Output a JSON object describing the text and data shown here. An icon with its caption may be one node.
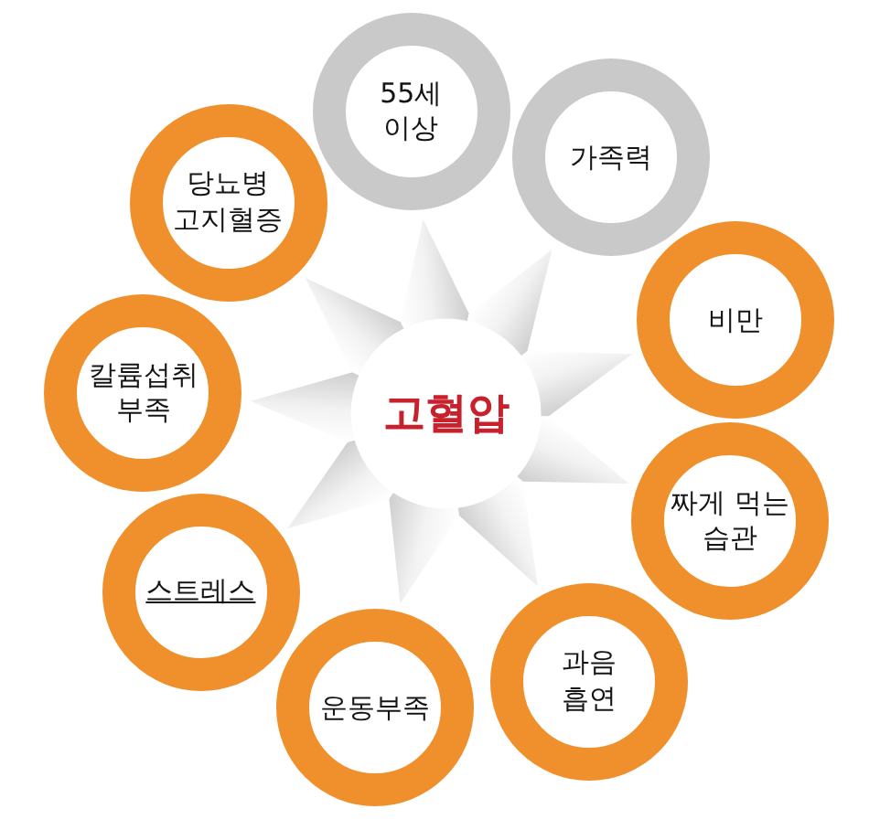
{
  "diagram": {
    "nodes": [
      {
        "text": [
          "고혈압"
        ]
      },
      {
        "text": [
          "55세 이상"
        ]
      },
      {
        "text": [
          "가족력"
        ]
      },
      {
        "text": [
          "비만"
        ]
      },
      {
        "text": [
          "짜게 먹는 습관"
        ]
      },
      {
        "text": [
          "과음 흡연"
        ]
      },
      {
        "text": [
          "운동부족"
        ]
      },
      {
        "text": [
          "스트레스"
        ]
      },
      {
        "text": [
          "칼륨섭취 부족"
        ]
      },
      {
        "text": [
          "당뇨병 고지혈증"
        ]
      }
    ]
  }
}
